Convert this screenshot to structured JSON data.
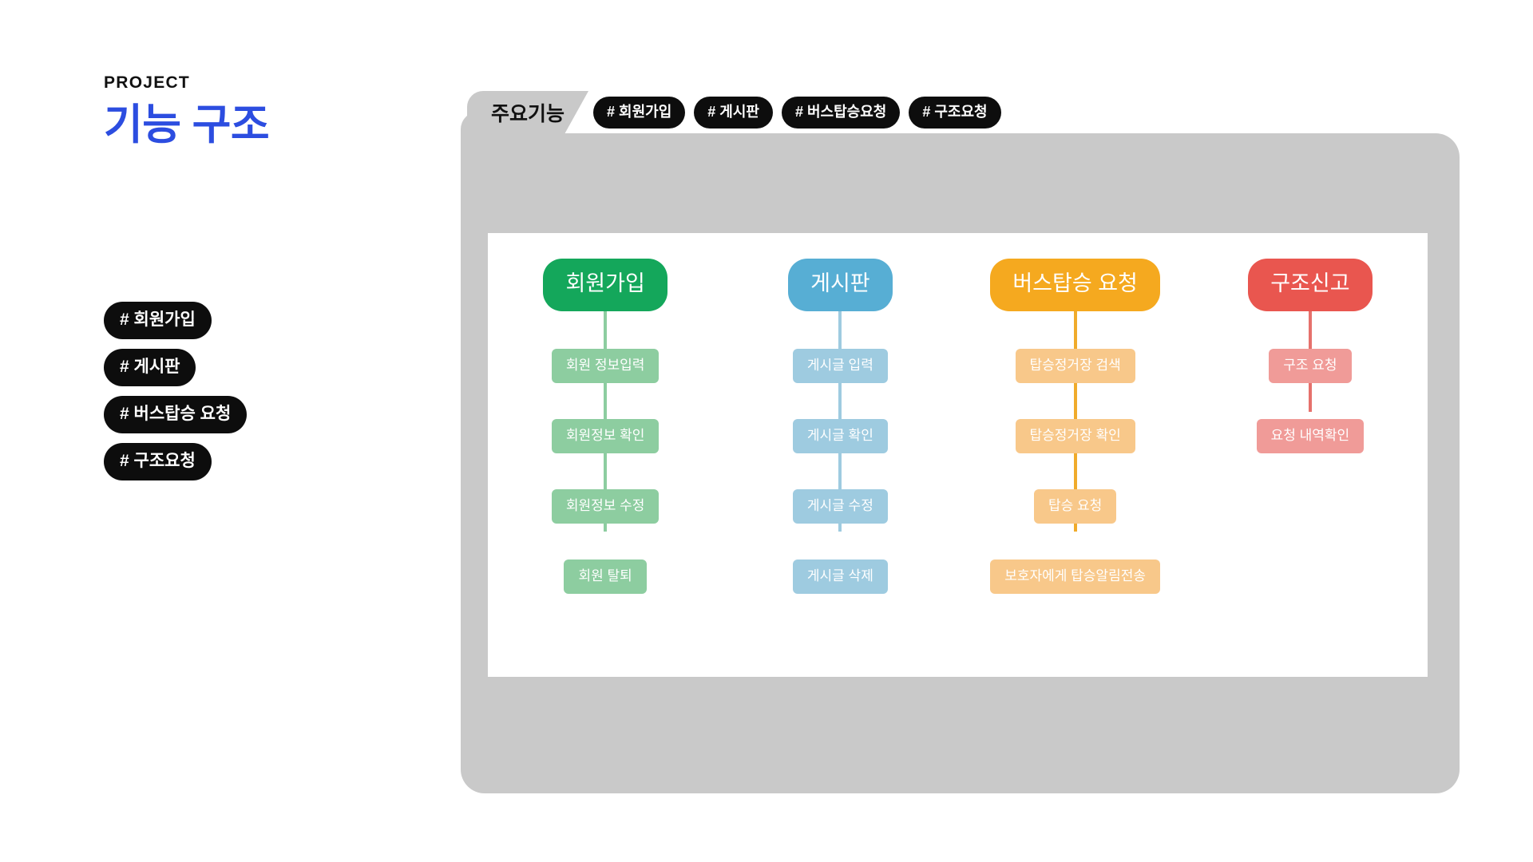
{
  "left": {
    "eyebrow": "PROJECT",
    "title": "기능 구조",
    "tags": [
      {
        "label": "# 회원가입"
      },
      {
        "label": "# 게시판"
      },
      {
        "label": "# 버스탑승 요청"
      },
      {
        "label": "# 구조요청"
      }
    ]
  },
  "panel": {
    "tab_label": "주요기능",
    "chips": [
      {
        "label": "# 회원가입"
      },
      {
        "label": "# 게시판"
      },
      {
        "label": "# 버스탑승요청"
      },
      {
        "label": "# 구조요청"
      }
    ]
  },
  "colors": {
    "accent_title": "#2c4de0",
    "tag_bg": "#0d0d0d",
    "panel_bg": "#c9c9c9",
    "canvas_bg": "#ffffff",
    "green_head": "#14a75b",
    "green_node": "#8dcda0",
    "green_line": "#8dcda0",
    "blue_head": "#57aed4",
    "blue_node": "#9ecbe0",
    "blue_line": "#9ecbe0",
    "orange_head": "#f5a91f",
    "orange_node": "#f8c88a",
    "orange_line": "#f0ab2b",
    "red_head": "#e9564f",
    "red_node": "#f09b98",
    "red_line": "#e6716c"
  },
  "chart_data": {
    "type": "diagram",
    "title": "기능 구조",
    "layout": "four parallel vertical flow chains",
    "columns": [
      {
        "head": "회원가입",
        "head_color": "#14a75b",
        "node_color": "#8dcda0",
        "line_color": "#8dcda0",
        "nodes": [
          "회원 정보입력",
          "회원정보 확인",
          "회원정보 수정",
          "회원 탈퇴"
        ]
      },
      {
        "head": "게시판",
        "head_color": "#57aed4",
        "node_color": "#9ecbe0",
        "line_color": "#9ecbe0",
        "nodes": [
          "게시글 입력",
          "게시글 확인",
          "게시글 수정",
          "게시글 삭제"
        ]
      },
      {
        "head": "버스탑승 요청",
        "head_color": "#f5a91f",
        "node_color": "#f8c88a",
        "line_color": "#f0ab2b",
        "nodes": [
          "탑승정거장 검색",
          "탑승정거장 확인",
          "탑승 요청",
          "보호자에게 탑승알림전송"
        ]
      },
      {
        "head": "구조신고",
        "head_color": "#e9564f",
        "node_color": "#f09b98",
        "line_color": "#e6716c",
        "nodes": [
          "구조 요청",
          "요청 내역확인"
        ]
      }
    ]
  }
}
